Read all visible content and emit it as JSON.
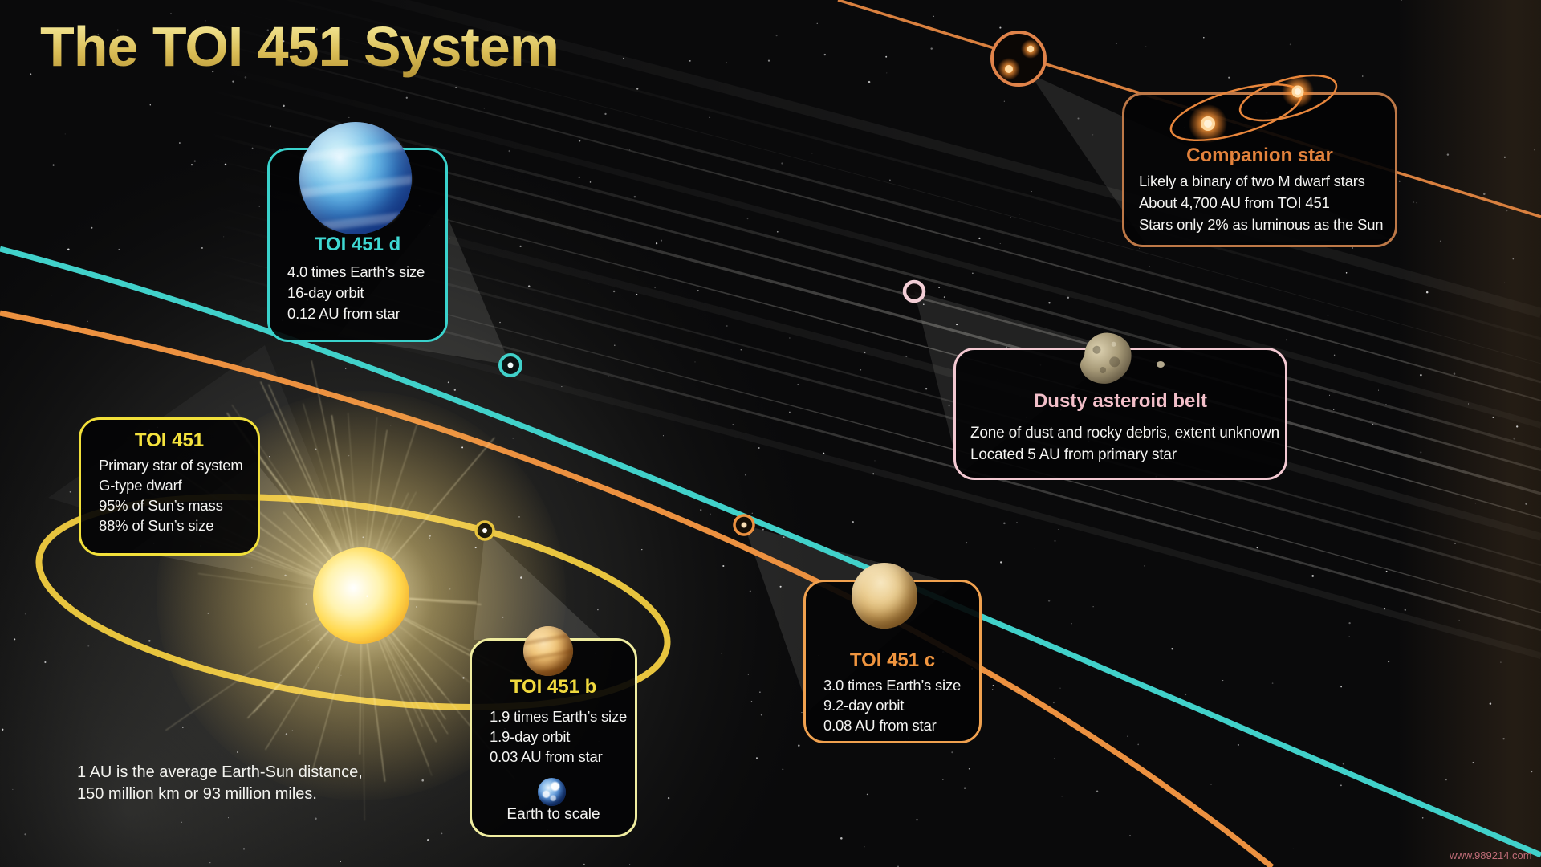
{
  "title": "The TOI 451 System",
  "cards": {
    "d": {
      "title": "TOI 451 d",
      "line1": "4.0 times Earth’s size",
      "line2": "16-day orbit",
      "line3": "0.12 AU from star"
    },
    "primary": {
      "title": "TOI 451",
      "line1": "Primary star of system",
      "line2": "G-type dwarf",
      "line3": "95% of Sun’s mass",
      "line4": "88% of Sun’s size"
    },
    "b": {
      "title": "TOI 451 b",
      "line1": "1.9 times Earth’s size",
      "line2": "1.9-day orbit",
      "line3": "0.03 AU from star",
      "caption": "Earth to scale"
    },
    "c": {
      "title": "TOI 451 c",
      "line1": "3.0 times Earth’s size",
      "line2": "9.2-day orbit",
      "line3": "0.08 AU from star"
    },
    "belt": {
      "title": "Dusty asteroid belt",
      "line1": "Zone of dust and rocky debris, extent unknown",
      "line2": "Located 5 AU from primary star"
    },
    "companion": {
      "title": "Companion star",
      "line1": "Likely a binary of two M dwarf stars",
      "line2": "About 4,700 AU from TOI 451",
      "line3": "Stars only 2% as luminous as the Sun"
    }
  },
  "footnote": {
    "line1": "1 AU is the average Earth-Sun distance,",
    "line2": "150 million km or 93 million miles."
  },
  "watermark": "www.989214.com",
  "colors": {
    "teal_orbit": "#41d1ca",
    "yellow_orbit": "#e7c43e",
    "orange_orbit": "#ec9140",
    "title_gold": "#d9bc55",
    "belt_pink": "#f2bfc9",
    "companion_orange": "#e2823c"
  }
}
